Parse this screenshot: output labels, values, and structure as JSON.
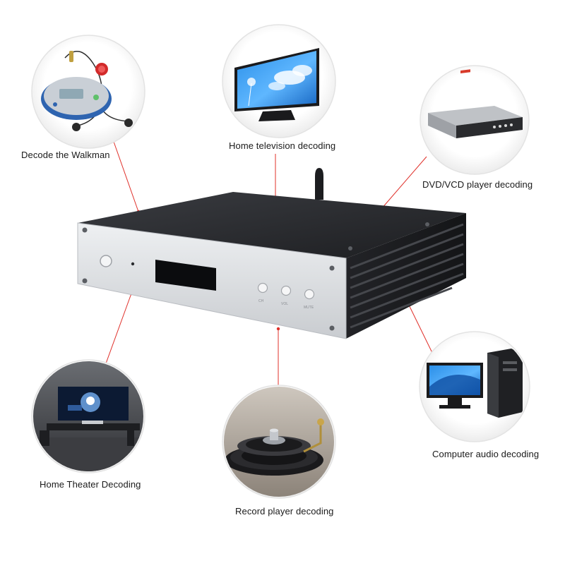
{
  "labels": {
    "walkman": "Decode the Walkman",
    "tv": "Home television decoding",
    "dvd": "DVD/VCD player decoding",
    "computer": "Computer audio decoding",
    "theater": "Home Theater Decoding",
    "record": "Record player decoding"
  },
  "device": {
    "button_labels": [
      "CH",
      "VOL",
      "MUTE"
    ]
  },
  "colors": {
    "connector": "#e0302a",
    "chassis_top": "#2b2d31",
    "front_panel": "#dcdfe3",
    "display": "#0b0c0e"
  }
}
